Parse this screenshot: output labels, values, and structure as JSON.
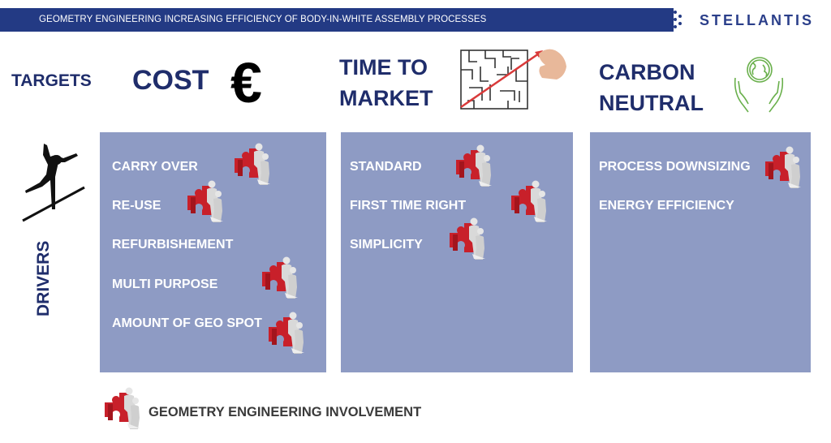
{
  "header": {
    "title": "GEOMETRY ENGINEERING INCREASING EFFICIENCY OF BODY-IN-WHITE ASSEMBLY PROCESSES",
    "logo": "STELLANTIS",
    "bar_color": "#233a84"
  },
  "targets": {
    "label": "TARGETS",
    "cost": {
      "label": "COST",
      "icon_glyph": "€",
      "icon": "euro-icon"
    },
    "time_to_market": {
      "line1": "TIME TO",
      "line2": "MARKET",
      "icon": "maze-arrow-icon"
    },
    "carbon_neutral": {
      "line1": "CARBON",
      "line2": "NEUTRAL",
      "icon": "globe-hands-icon"
    }
  },
  "drivers": {
    "label": "DRIVERS",
    "icon": "tightrope-walker-icon",
    "panel_color": "#8e9bc4",
    "columns": [
      {
        "target": "COST",
        "items": [
          {
            "label": "CARRY OVER",
            "involvement": true
          },
          {
            "label": "RE-USE",
            "involvement": true
          },
          {
            "label": "REFURBISHEMENT",
            "involvement": false
          },
          {
            "label": "MULTI PURPOSE",
            "involvement": true
          },
          {
            "label": "AMOUNT OF GEO SPOT",
            "involvement": true
          }
        ]
      },
      {
        "target": "TIME TO MARKET",
        "items": [
          {
            "label": "STANDARD",
            "involvement": true
          },
          {
            "label": "FIRST TIME RIGHT",
            "involvement": true
          },
          {
            "label": "SIMPLICITY",
            "involvement": true
          }
        ]
      },
      {
        "target": "CARBON NEUTRAL",
        "items": [
          {
            "label": "PROCESS DOWNSIZING",
            "involvement": true
          },
          {
            "label": "ENERGY EFFICIENCY",
            "involvement": false
          }
        ]
      }
    ]
  },
  "legend": {
    "label": "GEOMETRY ENGINEERING INVOLVEMENT",
    "icon": "puzzle-people-icon",
    "accent_color": "#c8202a"
  }
}
